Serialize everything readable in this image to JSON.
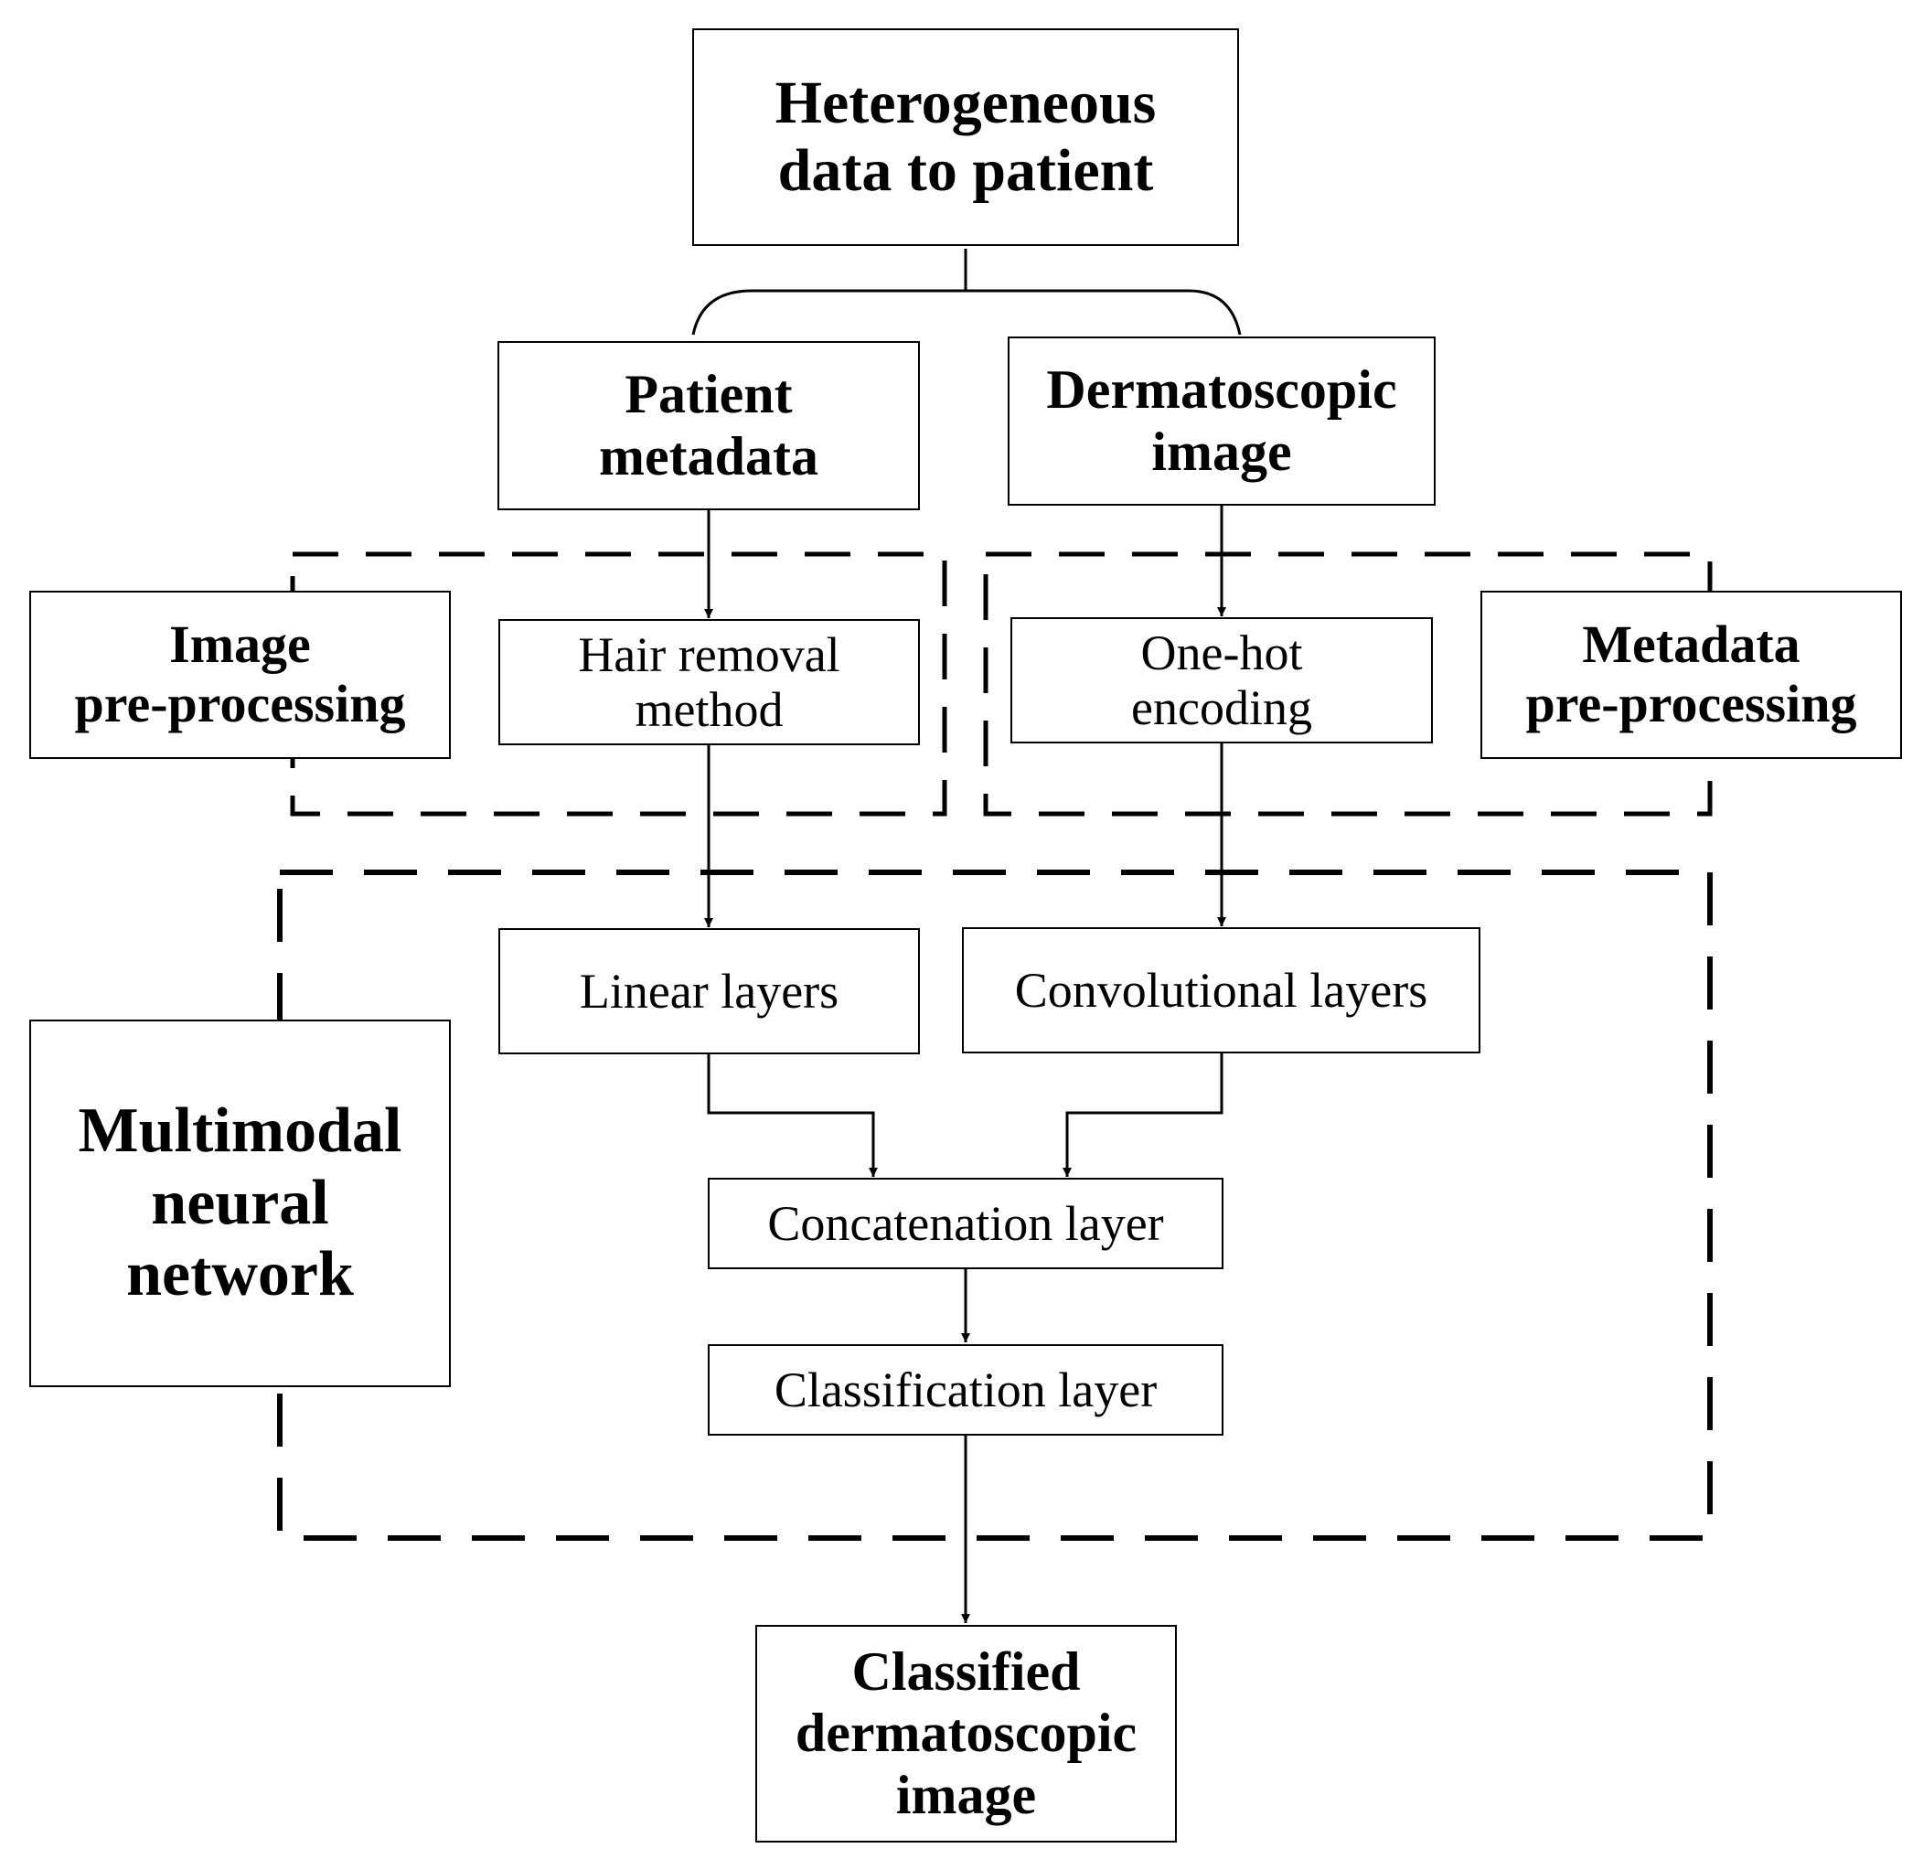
{
  "nodes": {
    "heterogeneous": "Heterogeneous\ndata to patient",
    "patient_metadata": "Patient\nmetadata",
    "dermatoscopic_image": "Dermatoscopic\nimage",
    "image_preprocessing": "Image\npre-processing",
    "hair_removal": "Hair removal\nmethod",
    "one_hot": "One-hot\nencoding",
    "metadata_preprocessing": "Metadata\npre-processing",
    "linear_layers": "Linear layers",
    "convolutional_layers": "Convolutional layers",
    "multimodal": "Multimodal\nneural\nnetwork",
    "concatenation": "Concatenation layer",
    "classification": "Classification layer",
    "classified": "Classified\ndermatoscopic\nimage"
  },
  "colors": {
    "line": "#000000",
    "background": "#ffffff"
  }
}
